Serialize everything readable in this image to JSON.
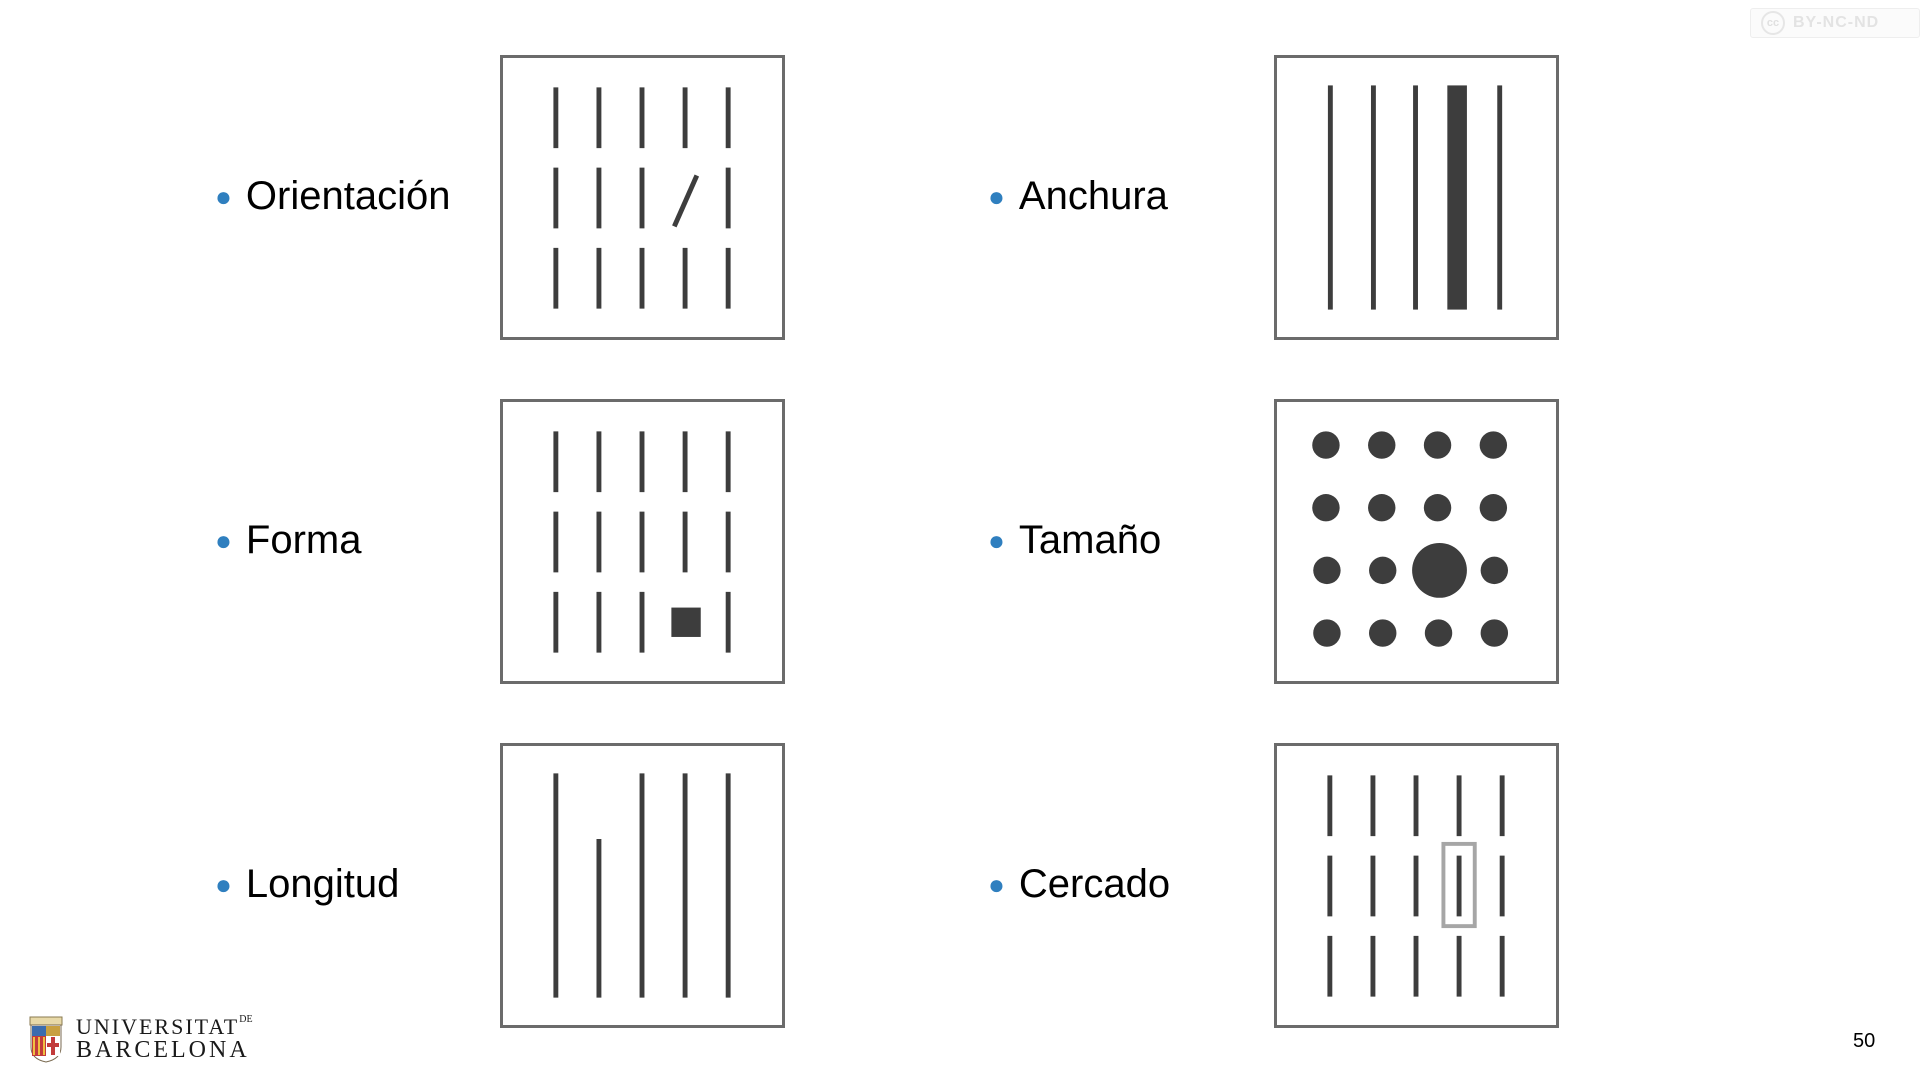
{
  "slide": {
    "page_number": "50",
    "license_badge": {
      "icon": "cc-icon",
      "icon_text": "cc",
      "text": "BY-NC-ND"
    },
    "logo": {
      "icon": "university-crest-icon",
      "line1": "UNIVERSITAT",
      "line1_small": "DE",
      "line2": "BARCELONA"
    },
    "items": [
      {
        "label": "Orientación",
        "panel": "orientation"
      },
      {
        "label": "Anchura",
        "panel": "width"
      },
      {
        "label": "Forma",
        "panel": "shape"
      },
      {
        "label": "Tamaño",
        "panel": "size"
      },
      {
        "label": "Longitud",
        "panel": "length"
      },
      {
        "label": "Cercado",
        "panel": "enclosure"
      }
    ]
  },
  "colors": {
    "bullet": "#2f7fbf",
    "mark": "#3d3d3d",
    "frame": "#6b6b6b",
    "enclosure": "#a6a6a6"
  }
}
